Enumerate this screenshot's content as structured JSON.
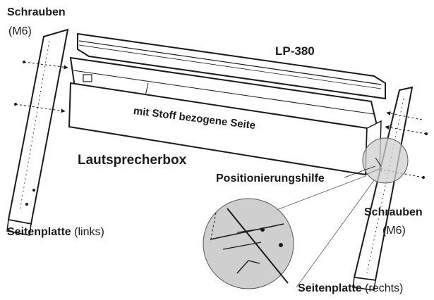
{
  "labels": {
    "screws_left": "Schrauben",
    "m6_left": "(M6)",
    "model": "LP-380",
    "fabric_side": "mit Stoff bezogene Seite",
    "speaker_box": "Lautsprecherbox",
    "positioning_aid": "Positionierungshilfe",
    "screws_right": "Schrauben",
    "m6_right": "(M6)",
    "side_panel_left": "Seitenplatte",
    "side_panel_left_suffix": "(links)",
    "side_panel_right": "Seitenplatte",
    "side_panel_right_suffix": "(rechts)"
  },
  "colors": {
    "ink": "#1a1a1a",
    "panel_fill": "#ffffff",
    "detail_circle_fill": "#cfcfcf"
  }
}
